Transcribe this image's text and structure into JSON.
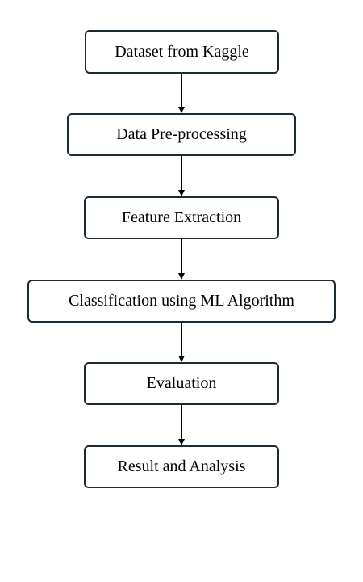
{
  "flowchart": {
    "steps": [
      {
        "label": "Dataset from Kaggle"
      },
      {
        "label": "Data Pre-processing"
      },
      {
        "label": "Feature Extraction"
      },
      {
        "label": "Classification using ML Algorithm"
      },
      {
        "label": "Evaluation"
      },
      {
        "label": "Result and Analysis"
      }
    ]
  },
  "colors": {
    "box_border": "#1c2b33",
    "arrow": "#000000",
    "text": "#000000",
    "background": "#ffffff"
  }
}
